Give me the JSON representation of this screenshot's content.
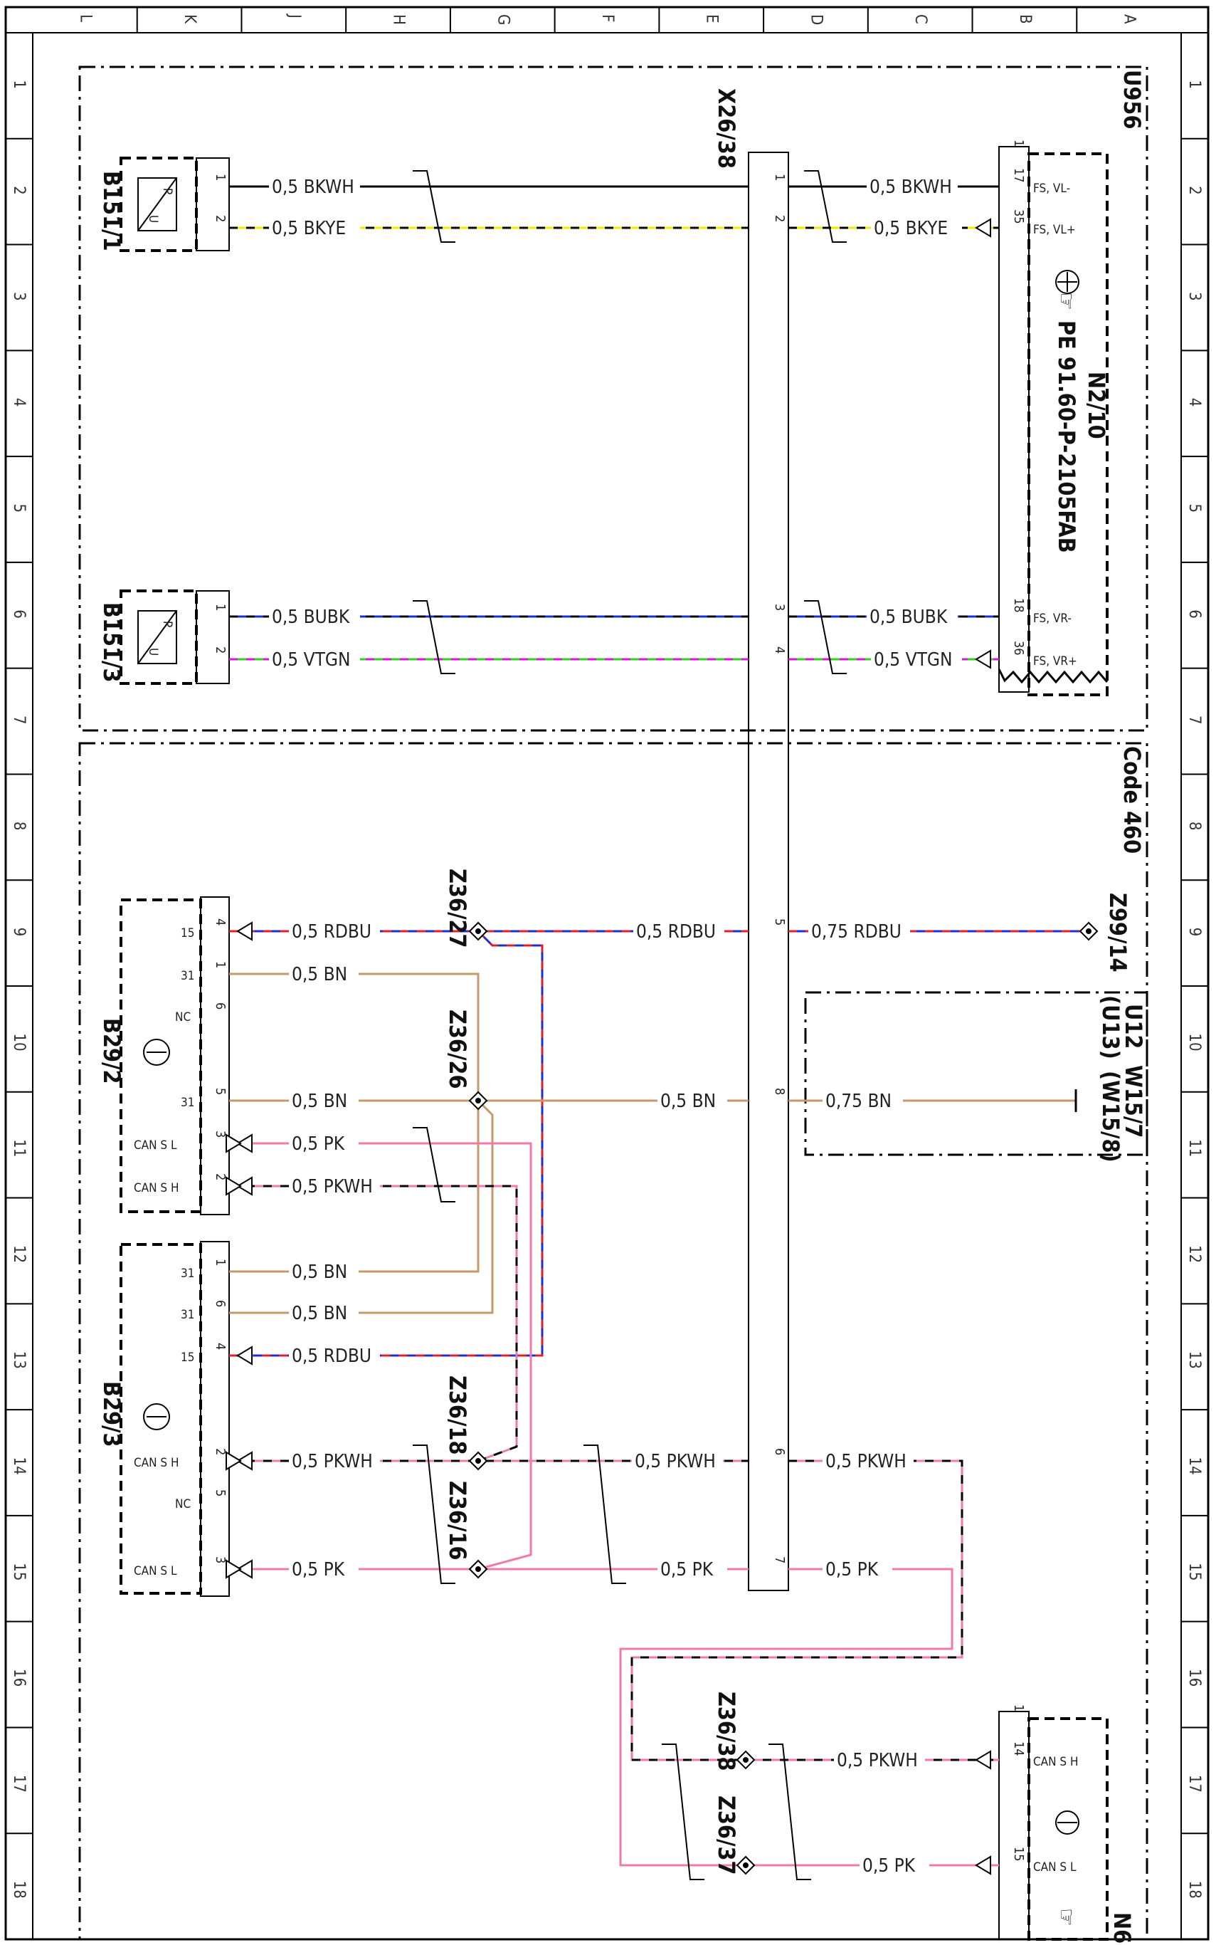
{
  "grid": {
    "columns": [
      "L",
      "K",
      "J",
      "H",
      "G",
      "F",
      "E",
      "D",
      "C",
      "B",
      "A"
    ],
    "rows": [
      "1",
      "2",
      "3",
      "4",
      "5",
      "6",
      "7",
      "8",
      "9",
      "10",
      "11",
      "12",
      "13",
      "14",
      "15",
      "16",
      "17",
      "18"
    ]
  },
  "areas": {
    "upper": "U956",
    "lower": "Code 460",
    "u12": [
      "U12",
      "(U13)",
      "W15/7",
      "(W15/8)"
    ]
  },
  "components": {
    "b151_1": "B151/1",
    "b151_3": "B151/3",
    "x26_38": "X26/38",
    "n2_10": "N2/10",
    "pe_ref": "PE 91.60-P-2105FAB",
    "b29_2": "B29/2",
    "b29_3": "B29/3",
    "z36_27": "Z36/27",
    "z36_26": "Z36/26",
    "z36_18": "Z36/18",
    "z36_16": "Z36/16",
    "z36_38": "Z36/38",
    "z36_37": "Z36/37",
    "z99_14": "Z99/14",
    "n6": "N6"
  },
  "wires": {
    "bkwh": "0,5 BKWH",
    "bkye": "0,5 BKYE",
    "bubk": "0,5 BUBK",
    "vtgn": "0,5 VTGN",
    "rdbu": "0,5 RDBU",
    "rdbu_075": "0,75 RDBU",
    "bn": "0,5 BN",
    "bn_075": "0,75 BN",
    "pk": "0,5 PK",
    "pkwh": "0,5 PKWH"
  },
  "pins": {
    "p1": "1",
    "p2": "2",
    "p3": "3",
    "p4": "4",
    "p5": "5",
    "p6": "6",
    "p7": "7",
    "p8": "8",
    "p14": "14",
    "p15": "15",
    "p17": "17",
    "p18": "18",
    "p35": "35",
    "p36": "36"
  },
  "signals": {
    "fs_vl_minus": "FS, VL-",
    "fs_vl_plus": "FS, VL+",
    "fs_vr_minus": "FS, VR-",
    "fs_vr_plus": "FS, VR+",
    "s15": "15",
    "s31": "31",
    "nc": "NC",
    "can_s_l": "CAN S L",
    "can_s_h": "CAN S H",
    "sensor_p": "P",
    "sensor_u": "U"
  },
  "colors": {
    "black": "#000000",
    "yellow": "#f2e600",
    "blue": "#1a2fd6",
    "green": "#2fd21a",
    "magenta": "#d21ad2",
    "red": "#e0202a",
    "brown": "#c49a6c",
    "pink": "#f07aa8"
  }
}
